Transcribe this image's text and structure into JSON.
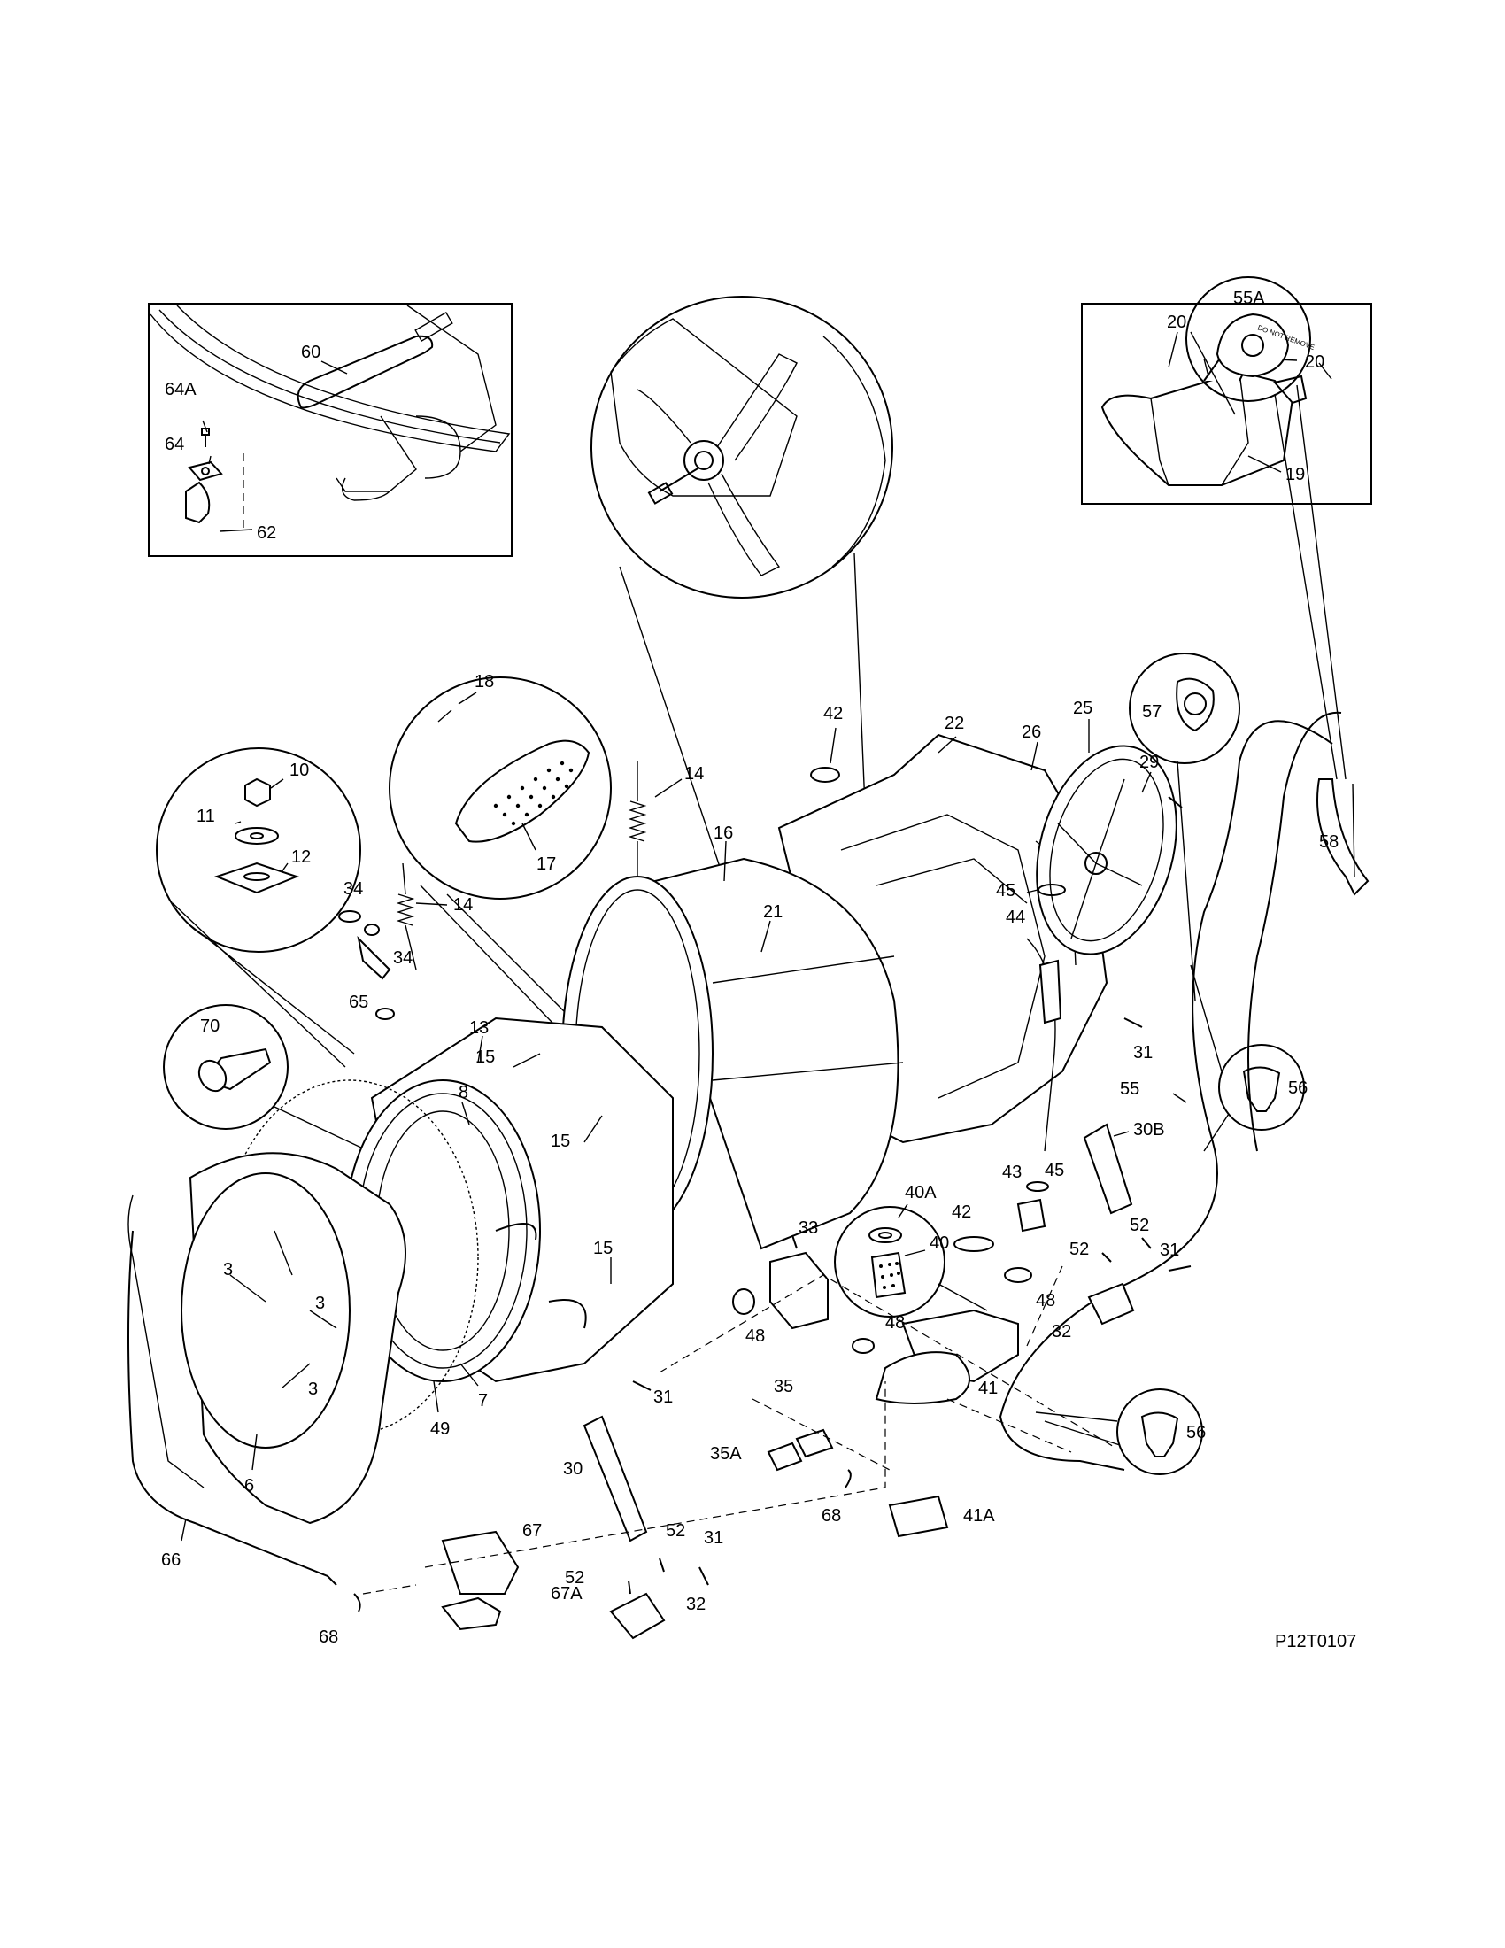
{
  "diagram_code": "P12T0107",
  "callouts": {
    "c60": "60",
    "c64a": "64A",
    "c64": "64",
    "c62": "62",
    "c20a": "20",
    "c20b": "20",
    "c19": "19",
    "c55a": "55A",
    "c18": "18",
    "c17": "17",
    "c10": "10",
    "c11": "11",
    "c12": "12",
    "c42a": "42",
    "c22": "22",
    "c26": "26",
    "c25": "25",
    "c57": "57",
    "c29": "29",
    "c58": "58",
    "c14a": "14",
    "c16": "16",
    "c21": "21",
    "c45a": "45",
    "c44": "44",
    "c14b": "14",
    "c34a": "34",
    "c34b": "34",
    "c65": "65",
    "c13": "13",
    "c70": "70",
    "c15a": "15",
    "c8": "8",
    "c31a": "31",
    "c56a": "56",
    "c55": "55",
    "c15b": "15",
    "c30b": "30B",
    "c43": "43",
    "c45b": "45",
    "c40a": "40A",
    "c40": "40",
    "c42b": "42",
    "c52a": "52",
    "c52b": "52",
    "c31b": "31",
    "c33": "33",
    "c15c": "15",
    "c48a": "48",
    "c48b": "48",
    "c48c": "48",
    "c32a": "32",
    "c3a": "3",
    "c3b": "3",
    "c3c": "3",
    "c7": "7",
    "c49": "49",
    "c35": "35",
    "c31c": "31",
    "c41": "41",
    "c56b": "56",
    "c35a": "35A",
    "c6": "6",
    "c30": "30",
    "c67": "67",
    "c52c": "52",
    "c31d": "31",
    "c68a": "68",
    "c41a": "41A",
    "c66": "66",
    "c52d": "52",
    "c67a": "67A",
    "c68b": "68",
    "c32b": "32"
  },
  "inset_text": {
    "do_not_remove": "DO NOT REMOVE"
  }
}
